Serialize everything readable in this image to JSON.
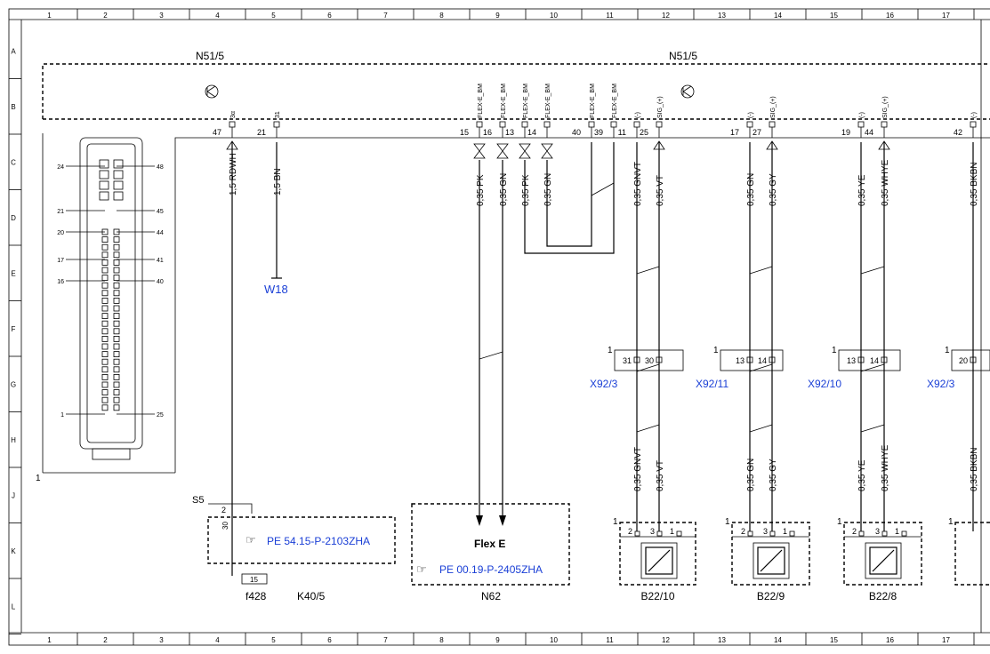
{
  "grid": {
    "columns": [
      "1",
      "2",
      "3",
      "4",
      "5",
      "6",
      "7",
      "8",
      "9",
      "10",
      "11",
      "12",
      "13",
      "14",
      "15",
      "16",
      "17"
    ],
    "rows": [
      "A",
      "B",
      "C",
      "D",
      "E",
      "F",
      "G",
      "H",
      "J",
      "K",
      "L"
    ]
  },
  "modules": {
    "n51_left": "N51/5",
    "n51_right": "N51/5"
  },
  "connector_pins": {
    "left_col": [
      "24",
      "21",
      "20",
      "17",
      "16",
      "1"
    ],
    "right_col": [
      "48",
      "45",
      "44",
      "41",
      "40",
      "25"
    ],
    "marker": "1"
  },
  "pins": [
    {
      "num": "47",
      "label": "3α"
    },
    {
      "num": "21",
      "label": "31"
    },
    {
      "num": "15",
      "label": "FLEX-E_BM"
    },
    {
      "num": "16",
      "label": "FLEX-E_BM"
    },
    {
      "num": "13",
      "label": "FLEX-E_BM"
    },
    {
      "num": "14",
      "label": "FLEX-E_BM"
    },
    {
      "num": "40",
      "label": "FLEX-E_BM"
    },
    {
      "num": "39",
      "label": "FLEX-E_BM"
    },
    {
      "num": "11",
      "label": "(-)"
    },
    {
      "num": "25",
      "label": "SIG_(+)"
    },
    {
      "num": "17",
      "label": "(-)"
    },
    {
      "num": "27",
      "label": "SIG_(+)"
    },
    {
      "num": "19",
      "label": "(-)"
    },
    {
      "num": "44",
      "label": "SIG_(+)"
    },
    {
      "num": "42",
      "label": "(-)"
    }
  ],
  "wires_top": [
    "1,5 RDWH",
    "1,5 BN",
    "0,35 PK",
    "0,35 GN",
    "0,35 PK",
    "0,35 GN",
    "0,35 GNVT",
    "0,35 VT",
    "0,35 GN",
    "0,35 GY",
    "0,35 YE",
    "0,35 WHYE",
    "0,35 BKBN"
  ],
  "wires_bottom": [
    "0,35 GNVT",
    "0,35 VT",
    "0,35 GN",
    "0,35 GY",
    "0,35 YE",
    "0,35 WHYE",
    "0,35 BKBN"
  ],
  "ground": "W18",
  "splices": [
    {
      "name": "X92/3",
      "pins": [
        "31",
        "30"
      ]
    },
    {
      "name": "X92/11",
      "pins": [
        "13",
        "14"
      ]
    },
    {
      "name": "X92/10",
      "pins": [
        "13",
        "14"
      ]
    },
    {
      "name": "X92/3",
      "pins": [
        "20"
      ]
    }
  ],
  "splice_marker": "1",
  "sensors": [
    {
      "name": "B22/10",
      "pins": [
        "2",
        "3",
        "1"
      ]
    },
    {
      "name": "B22/9",
      "pins": [
        "2",
        "3",
        "1"
      ]
    },
    {
      "name": "B22/8",
      "pins": [
        "2",
        "3",
        "1"
      ]
    }
  ],
  "sensor_marker": "1",
  "switch": {
    "name": "S5",
    "pin_top": "2",
    "pin_30": "30",
    "ref": "PE 54.15-P-2103ZHA"
  },
  "fuse": {
    "name": "f428",
    "value": "15",
    "relay": "K40/5"
  },
  "flex": {
    "title": "Flex E",
    "ref": "PE 00.19-P-2405ZHA",
    "name": "N62"
  },
  "colors": {
    "reference": "#1a3fd6",
    "line": "#000000"
  }
}
